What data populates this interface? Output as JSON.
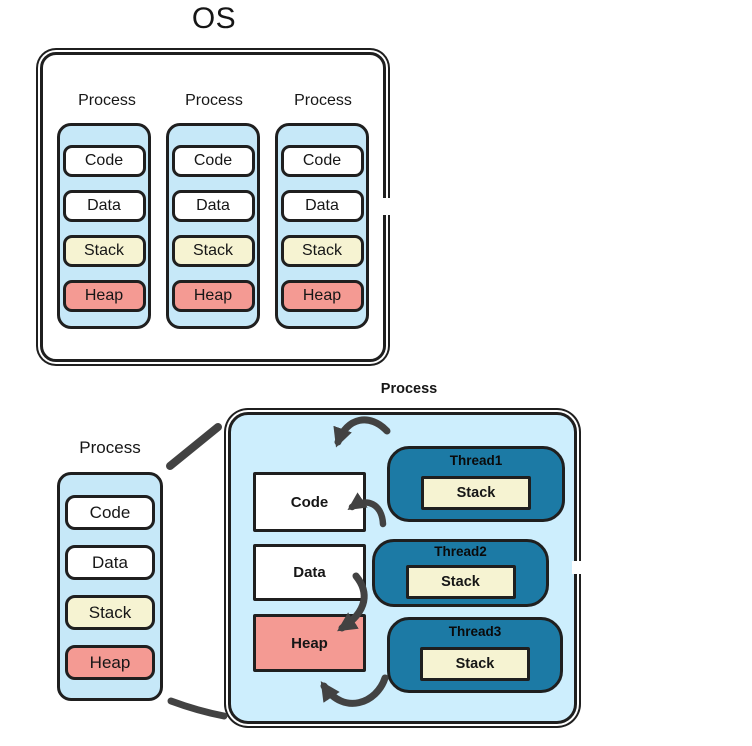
{
  "colors": {
    "outline": "#1f1f1f",
    "text": "#161616",
    "process_fill": "#c6e8f8",
    "big_process_fill": "#cdeefd",
    "stack_fill": "#f6f3d2",
    "heap_fill": "#f49a93",
    "thread_fill": "#1c7aa5",
    "arrow": "#424242",
    "white_fill": "#ffffff"
  },
  "os_diagram": {
    "title": "OS",
    "processes": [
      {
        "label": "Process",
        "segments": [
          {
            "id": "code",
            "label": "Code"
          },
          {
            "id": "data",
            "label": "Data"
          },
          {
            "id": "stack",
            "label": "Stack"
          },
          {
            "id": "heap",
            "label": "Heap"
          }
        ]
      },
      {
        "label": "Process",
        "segments": [
          {
            "id": "code",
            "label": "Code"
          },
          {
            "id": "data",
            "label": "Data"
          },
          {
            "id": "stack",
            "label": "Stack"
          },
          {
            "id": "heap",
            "label": "Heap"
          }
        ]
      },
      {
        "label": "Process",
        "segments": [
          {
            "id": "code",
            "label": "Code"
          },
          {
            "id": "data",
            "label": "Data"
          },
          {
            "id": "stack",
            "label": "Stack"
          },
          {
            "id": "heap",
            "label": "Heap"
          }
        ]
      }
    ]
  },
  "process_detail": {
    "left_process": {
      "label": "Process",
      "segments": [
        {
          "id": "code",
          "label": "Code"
        },
        {
          "id": "data",
          "label": "Data"
        },
        {
          "id": "stack",
          "label": "Stack"
        },
        {
          "id": "heap",
          "label": "Heap"
        }
      ]
    },
    "right_process": {
      "label": "Process",
      "memory_blocks": [
        {
          "id": "code",
          "label": "Code"
        },
        {
          "id": "data",
          "label": "Data"
        },
        {
          "id": "heap",
          "label": "Heap"
        }
      ],
      "threads": [
        {
          "label": "Thread1",
          "stack_label": "Stack"
        },
        {
          "label": "Thread2",
          "stack_label": "Stack"
        },
        {
          "label": "Thread3",
          "stack_label": "Stack"
        }
      ]
    }
  }
}
